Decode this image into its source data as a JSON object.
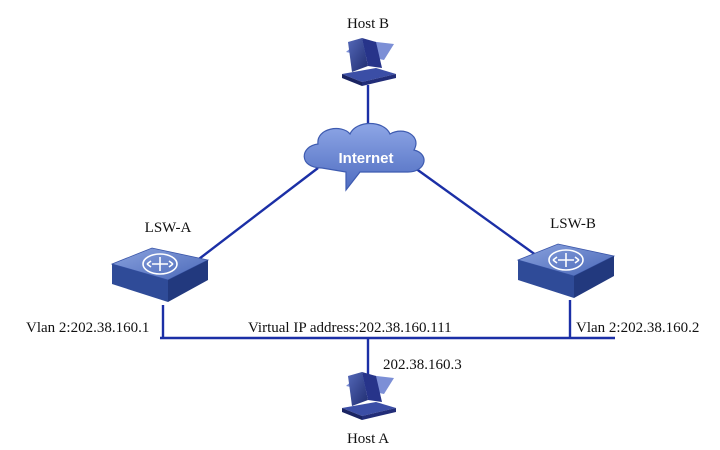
{
  "diagram": {
    "host_b": "Host B",
    "host_a": "Host A",
    "internet": "Internet",
    "lsw_a": "LSW-A",
    "lsw_b": "LSW-B",
    "vlan_a": "Vlan 2:202.38.160.1",
    "vlan_b": "Vlan 2:202.38.160.2",
    "virtual_ip": "Virtual IP address:202.38.160.111",
    "host_a_ip": "202.38.160.3"
  },
  "colors": {
    "link": "#1b2fa6",
    "switch_top": "#5a79c4",
    "switch_side": "#2d4a96",
    "cloud": "#6a87d6",
    "host": "#2e3f8f"
  },
  "icons": {
    "switch": "switch-icon",
    "host": "computer-icon",
    "cloud": "cloud-icon"
  }
}
